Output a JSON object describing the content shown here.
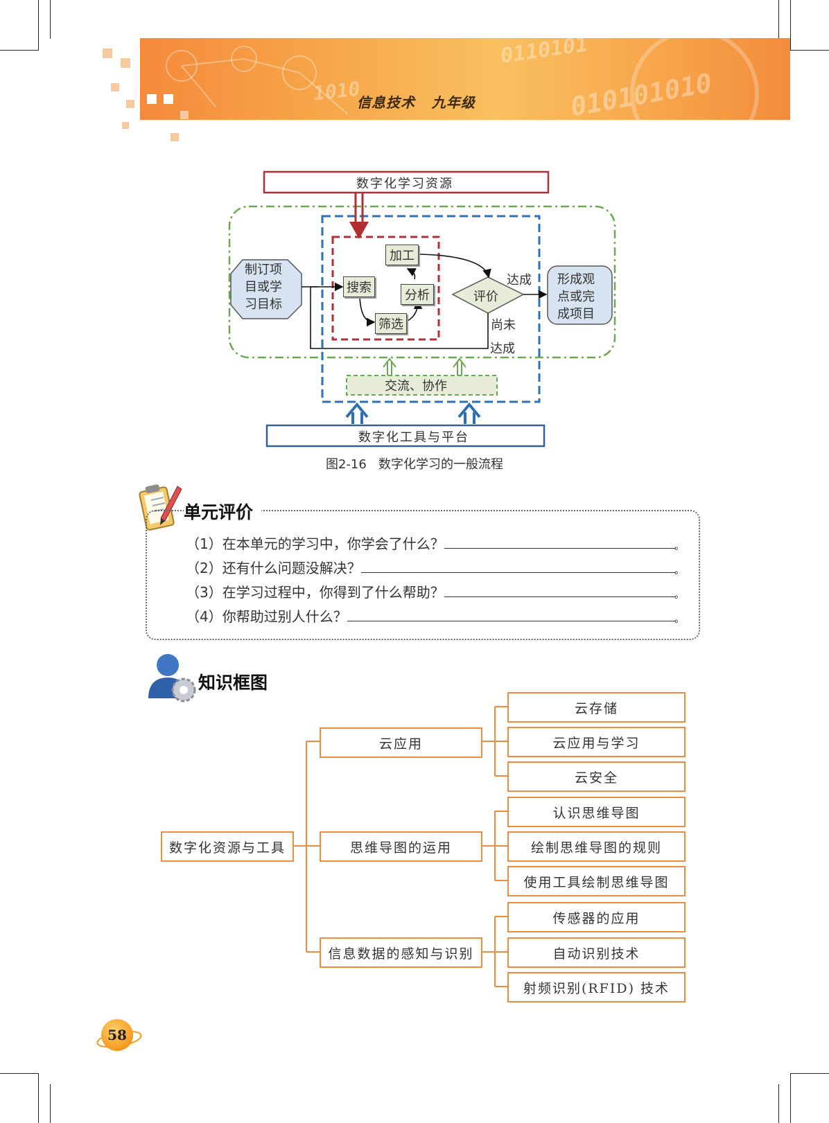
{
  "header": {
    "title": "信息技术   九年级"
  },
  "figure": {
    "resource_label": "数字化学习资源",
    "goal_label": "制订项\n目或学\n习目标",
    "search_label": "搜索",
    "process_label": "加工",
    "filter_label": "筛选",
    "analyze_label": "分析",
    "evaluate_label": "评价",
    "reached_label": "达成",
    "not_reached_label_1": "尚未",
    "not_reached_label_2": "达成",
    "result_label": "形成观\n点或完\n成项目",
    "collab_label": "交流、协作",
    "platform_label": "数字化工具与平台",
    "caption": "图2-16   数字化学习的一般流程"
  },
  "evaluation": {
    "title": "单元评价",
    "questions": [
      "（1）在本单元的学习中，你学会了什么？",
      "（2）还有什么问题没解决？",
      "（3）在学习过程中，你得到了什么帮助？",
      "（4）你帮助过别人什么？"
    ],
    "end_mark": "。"
  },
  "knowledge": {
    "title": "知识框图",
    "root": "数字化资源与工具",
    "branches": [
      {
        "label": "云应用",
        "leaves": [
          "云存储",
          "云应用与学习",
          "云安全"
        ]
      },
      {
        "label": "思维导图的运用",
        "leaves": [
          "认识思维导图",
          "绘制思维导图的规则",
          "使用工具绘制思维导图"
        ]
      },
      {
        "label": "信息数据的感知与识别",
        "leaves": [
          "传感器的应用",
          "自动识别技术",
          "射频识别(RFID) 技术"
        ]
      }
    ]
  },
  "page_number": "58",
  "colors": {
    "tree_border": "#f08a3c",
    "banner": "#f6a84a"
  }
}
